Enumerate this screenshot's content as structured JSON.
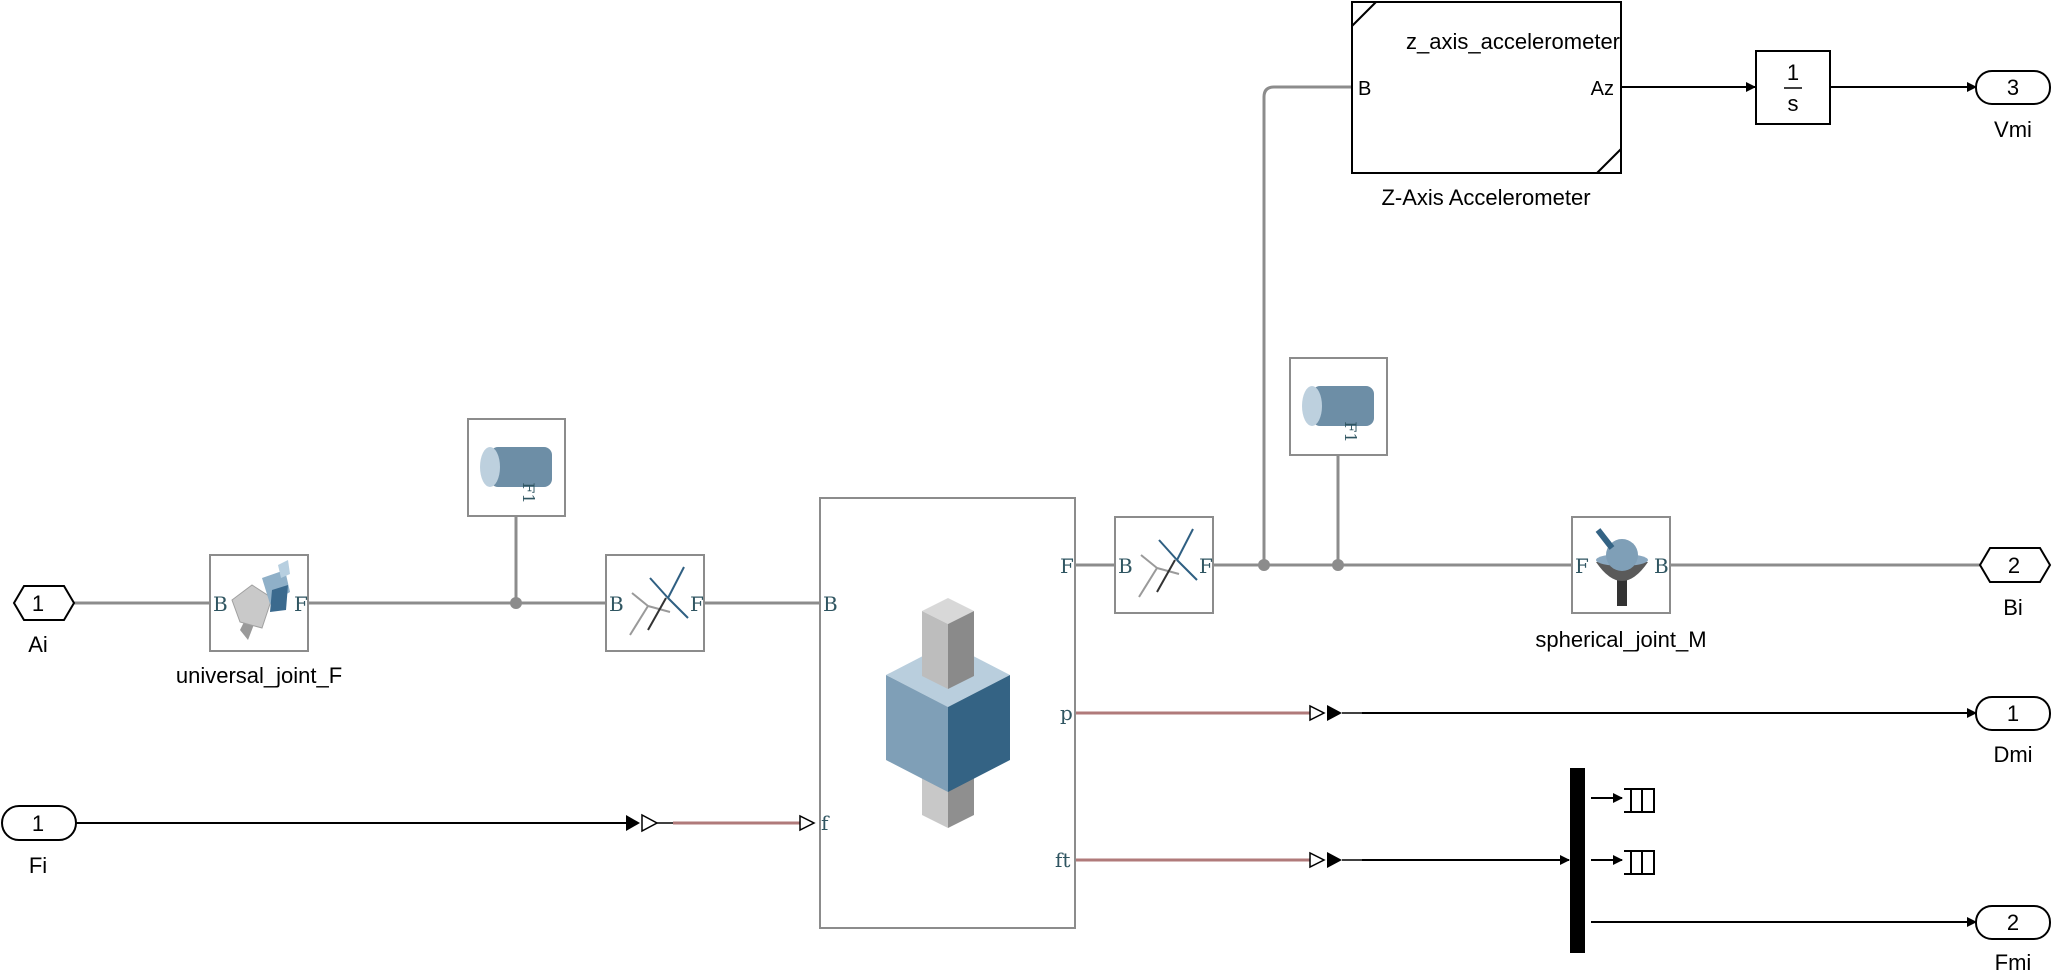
{
  "inports": {
    "ai": {
      "number": "1",
      "name": "Ai"
    },
    "fi": {
      "number": "1",
      "name": "Fi"
    }
  },
  "outports": {
    "vmi": {
      "number": "3",
      "name": "Vmi"
    },
    "bi": {
      "number": "2",
      "name": "Bi"
    },
    "dmi": {
      "number": "1",
      "name": "Dmi"
    },
    "fmi": {
      "number": "2",
      "name": "Fmi"
    }
  },
  "blocks": {
    "universal_joint": {
      "name": "universal_joint_F",
      "port_b": "B",
      "port_f": "F"
    },
    "solid_left": {
      "frame_label": "F1"
    },
    "transform_left": {
      "port_b": "B",
      "port_f": "F"
    },
    "prismatic": {
      "port_b": "B",
      "port_f": "F",
      "port_p": "p",
      "port_ft": "ft",
      "port_fin": "f"
    },
    "transform_right": {
      "port_b": "B",
      "port_f": "F"
    },
    "solid_right": {
      "frame_label": "F1"
    },
    "spherical_joint": {
      "name": "spherical_joint_M",
      "port_f": "F",
      "port_b": "B"
    },
    "accelerometer": {
      "name": "Z-Axis Accelerometer",
      "subsystem_title": "z_axis_accelerometer",
      "port_b": "B",
      "port_az": "Az"
    },
    "integrator": {
      "numerator": "1",
      "denominator": "s"
    }
  }
}
